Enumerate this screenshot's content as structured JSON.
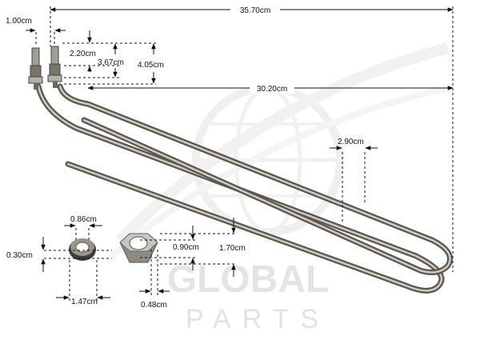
{
  "watermark": {
    "brand": "GLOBAL",
    "subtitle": "PARTS"
  },
  "dimensions": {
    "overall_length": "35.70cm",
    "terminal_spacing": "1.00cm",
    "terminal_height_a": "2.20cm",
    "terminal_height_b": "3.67cm",
    "terminal_height_c": "4.05cm",
    "element_length": "30.20cm",
    "loop_width": "2.90cm",
    "washer_inner": "0.86cm",
    "washer_thickness": "0.30cm",
    "washer_outer": "1.47cm",
    "nut_thickness": "0.90cm",
    "nut_across_flats": "1.70cm",
    "nut_hole": "0.48cm"
  },
  "colors": {
    "dimension_line": "#111111",
    "element_metal": "#8a8275",
    "watermark": "#d9d9d9"
  }
}
